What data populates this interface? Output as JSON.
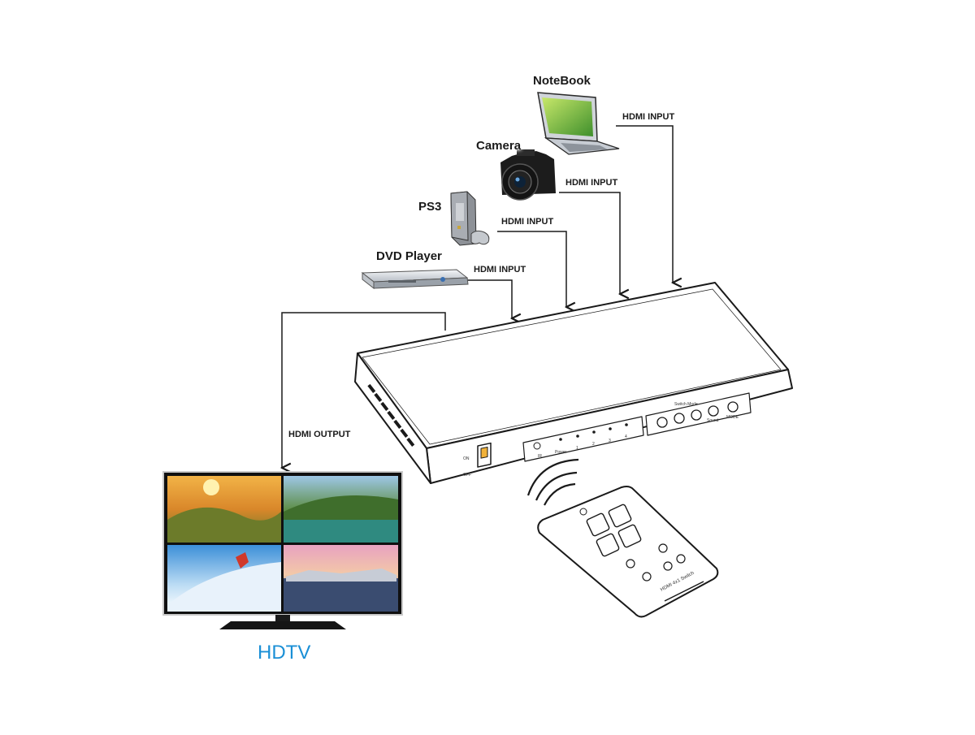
{
  "devices": {
    "notebook": "NoteBook",
    "camera": "Camera",
    "ps3": "PS3",
    "dvd_player": "DVD Player",
    "hdtv": "HDTV"
  },
  "connections": {
    "notebook_port": "HDMI INPUT",
    "camera_port": "HDMI INPUT",
    "ps3_port": "HDMI INPUT",
    "dvd_port": "HDMI INPUT",
    "output_port": "HDMI OUTPUT"
  },
  "switcher_panel": {
    "ir": "IR",
    "power": "Power",
    "leds": [
      "1",
      "2",
      "3",
      "4"
    ],
    "switch_mode": "Switch Mode",
    "sound": "Sound",
    "mode": "MODE",
    "on": "ON",
    "off": "OFF"
  },
  "remote": {
    "label": "HDMI 4x1 Switch"
  },
  "colors": {
    "accent": "#1a8fd6",
    "line": "#1a1a1a"
  }
}
